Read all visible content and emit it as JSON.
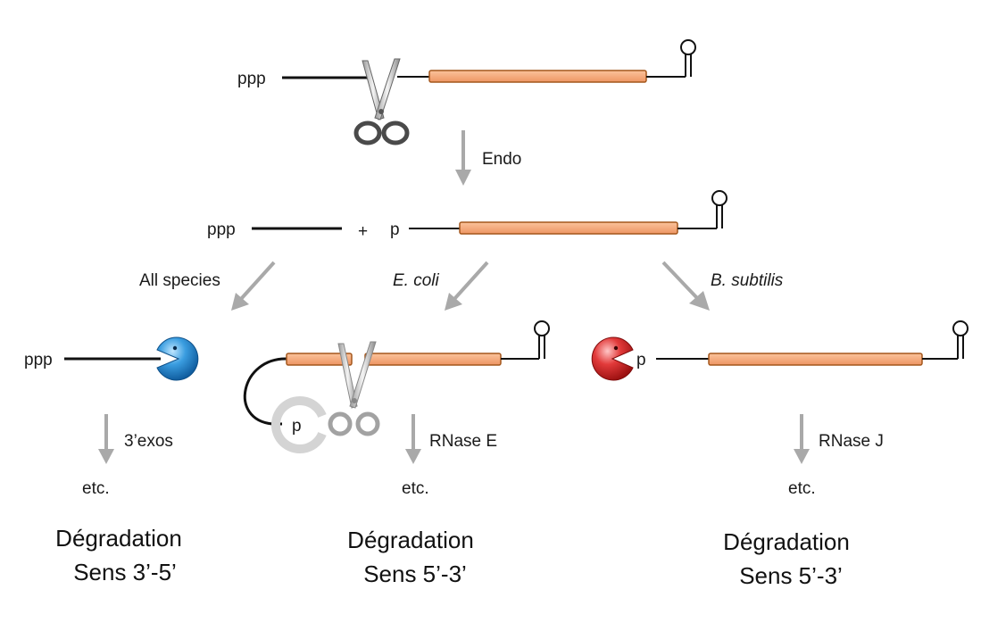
{
  "labels": {
    "ppp_top": "ppp",
    "endo": "Endo",
    "ppp_mid": "ppp",
    "plus": "+",
    "p_mid": "p",
    "all_species": "All species",
    "e_coli": "E. coli",
    "b_subtilis": "B. subtilis",
    "ppp_left": "ppp",
    "p_loop": "p",
    "p_right": "p",
    "exos_3": "3’exos",
    "rnase_e": "RNase E",
    "rnase_j": "RNase J",
    "etc_left": "etc.",
    "etc_mid": "etc.",
    "etc_right": "etc."
  },
  "captions": {
    "left_line1": "Dégradation",
    "left_line2": "Sens 3’-5’",
    "mid_line1": "Dégradation",
    "mid_line2": "Sens 5’-3’",
    "right_line1": "Dégradation",
    "right_line2": "Sens 5’-3’"
  },
  "colors": {
    "gene_fill": "#f5a878",
    "gene_stroke": "#a4571c",
    "arrow": "#a9a9a9",
    "pacman_blue": "#2a8fd0",
    "pacman_red": "#d9262b",
    "rna_line": "#111111"
  }
}
